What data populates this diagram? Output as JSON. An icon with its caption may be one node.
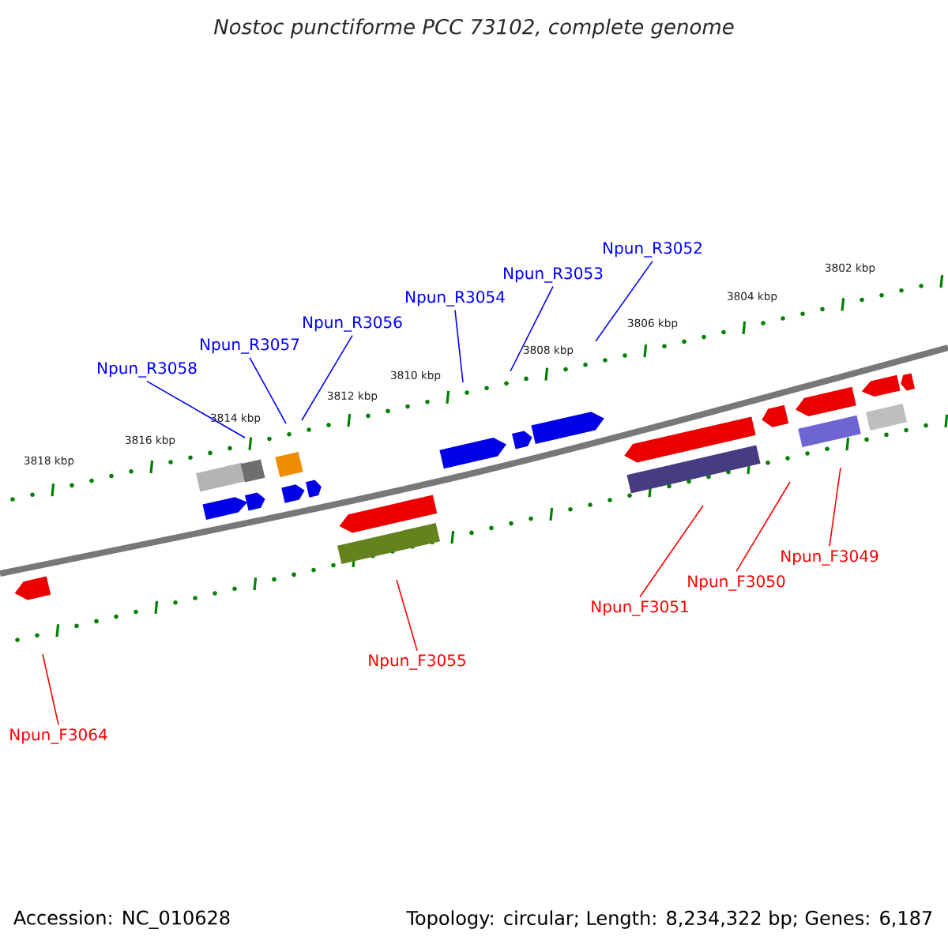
{
  "diagram": {
    "title": "Nostoc punctiforme PCC 73102, complete genome",
    "nodes": [
      {
        "text": [
          "Npun_R3058"
        ]
      },
      {
        "text": [
          "Npun_R3057"
        ]
      },
      {
        "text": [
          "Npun_R3056"
        ]
      },
      {
        "text": [
          "Npun_R3054"
        ]
      },
      {
        "text": [
          "Npun_R3053"
        ]
      },
      {
        "text": [
          "Npun_R3052"
        ]
      },
      {
        "text": [
          "Npun_F3051"
        ]
      },
      {
        "text": [
          "Npun_F3050"
        ]
      },
      {
        "text": [
          "Npun_F3049"
        ]
      },
      {
        "text": [
          "Npun_F3055"
        ]
      },
      {
        "text": [
          "Npun_F3064"
        ]
      }
    ],
    "edges": [
      {
        "from": 0,
        "to": null,
        "arrow": "none"
      },
      {
        "from": 1,
        "to": null,
        "arrow": "none"
      },
      {
        "from": 2,
        "to": null,
        "arrow": "none"
      },
      {
        "from": 3,
        "to": null,
        "arrow": "none"
      },
      {
        "from": 4,
        "to": null,
        "arrow": "none"
      },
      {
        "from": 5,
        "to": null,
        "arrow": "none"
      },
      {
        "from": 6,
        "to": null,
        "arrow": "none",
        "color": "#ff0000"
      },
      {
        "from": 7,
        "to": null,
        "arrow": "none",
        "color": "#ff0000"
      },
      {
        "from": 8,
        "to": null,
        "arrow": "none",
        "color": "#ff0000"
      },
      {
        "from": 9,
        "to": null,
        "arrow": "none",
        "color": "#ff0000"
      },
      {
        "from": 10,
        "to": null,
        "arrow": "none",
        "color": "#ff0000"
      }
    ],
    "labels": [
      "3818 kbp",
      "3816 kbp",
      "3814 kbp",
      "3812 kbp",
      "3810 kbp",
      "3808 kbp",
      "3806 kbp",
      "3804 kbp",
      "3802 kbp",
      "Accession: NC_010628",
      "Topology: circular; Length: 8,234,322 bp; Genes: 6,187"
    ]
  }
}
